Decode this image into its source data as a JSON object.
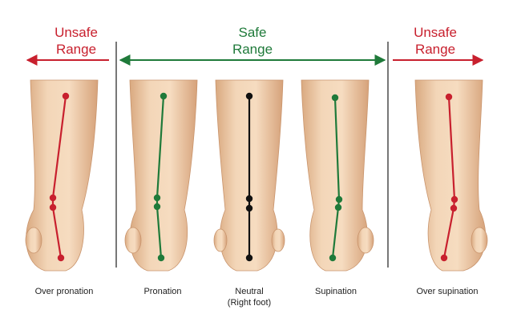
{
  "headers": {
    "left_unsafe": [
      "Unsafe",
      "Range"
    ],
    "safe": [
      "Safe",
      "Range"
    ],
    "right_unsafe": [
      "Unsafe",
      "Range"
    ]
  },
  "feet": [
    {
      "label": "Over pronation",
      "sublabel": "",
      "line_color": "#c8202e"
    },
    {
      "label": "Pronation",
      "sublabel": "",
      "line_color": "#1f7a3a"
    },
    {
      "label": "Neutral",
      "sublabel": "(Right foot)",
      "line_color": "#111111"
    },
    {
      "label": "Supination",
      "sublabel": "",
      "line_color": "#1f7a3a"
    },
    {
      "label": "Over supination",
      "sublabel": "",
      "line_color": "#c8202e"
    }
  ],
  "colors": {
    "unsafe": "#c8202e",
    "safe": "#1f7a3a",
    "neutral": "#111111",
    "divider": "#777777",
    "skin": "#efcfae"
  }
}
